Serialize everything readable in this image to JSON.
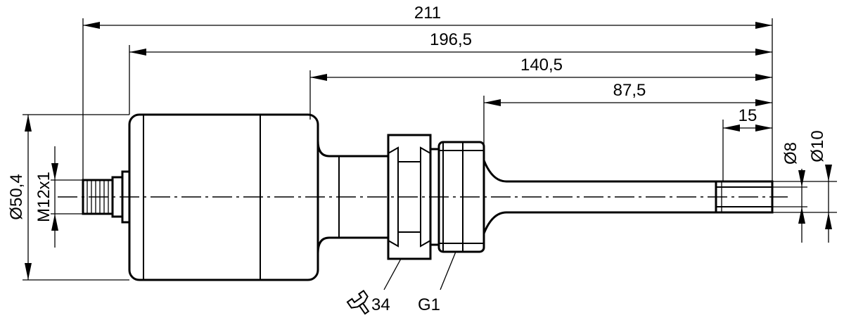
{
  "dimensions": {
    "overall_length": "211",
    "length_from_body": "196,5",
    "length_from_shoulder": "140,5",
    "insertion_length": "87,5",
    "tip_length": "15",
    "body_diameter": "Ø50,4",
    "connector_thread": "M12x1",
    "tip_diameter": "Ø8",
    "probe_diameter": "Ø10",
    "wrench_size": "34",
    "process_thread": "G1"
  },
  "icons": {
    "wrench": "wrench-icon"
  }
}
